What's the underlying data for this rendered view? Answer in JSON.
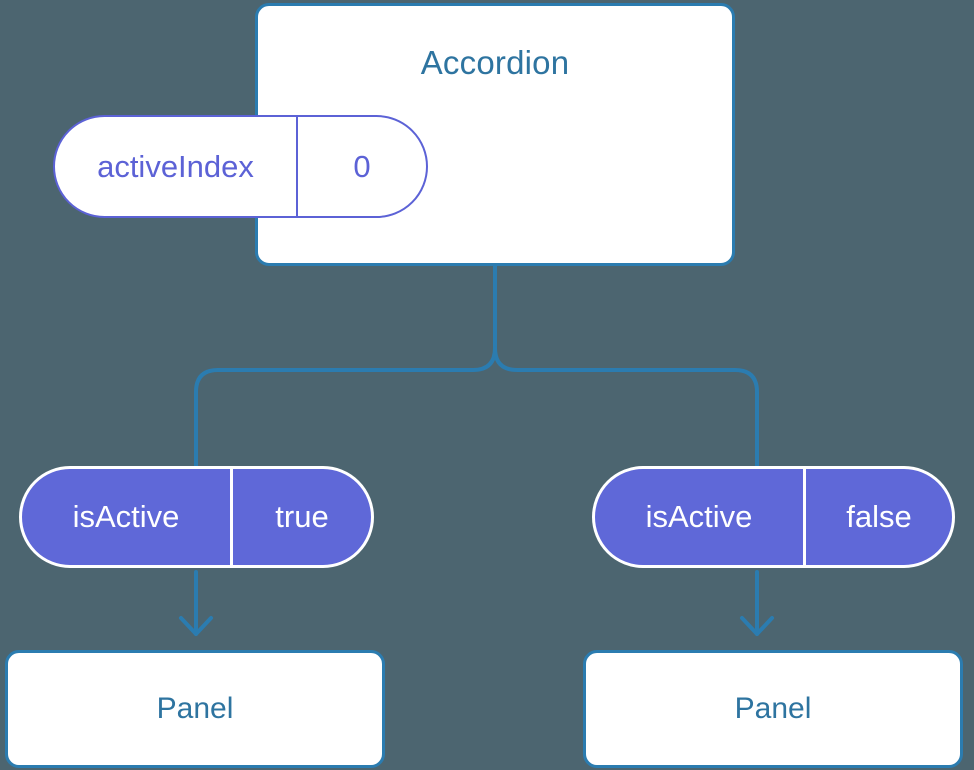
{
  "diagram": {
    "background_color": "#4c6570",
    "accent_blue": "#2e74a0",
    "accent_purple": "#5f68d8",
    "parent": {
      "title": "Accordion",
      "state": {
        "key": "activeIndex",
        "value": "0"
      }
    },
    "children": [
      {
        "prop": {
          "key": "isActive",
          "value": "true"
        },
        "node_title": "Panel"
      },
      {
        "prop": {
          "key": "isActive",
          "value": "false"
        },
        "node_title": "Panel"
      }
    ]
  }
}
